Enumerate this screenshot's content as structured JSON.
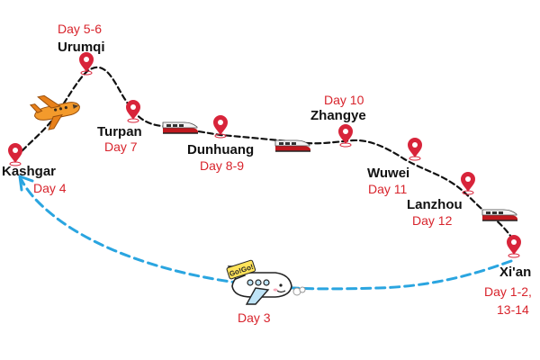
{
  "route": {
    "colors": {
      "land_route": "#111111",
      "flight_route": "#2aa5e0",
      "marker": "#d8243a",
      "day_label": "#d8242c",
      "city_label": "#111111"
    },
    "stops": [
      {
        "id": "urumqi",
        "city": "Urumqi",
        "days": "Day 5-6"
      },
      {
        "id": "turpan",
        "city": "Turpan",
        "days": "Day 7"
      },
      {
        "id": "dunhuang",
        "city": "Dunhuang",
        "days": "Day 8-9"
      },
      {
        "id": "zhangye",
        "city": "Zhangye",
        "days": "Day 10"
      },
      {
        "id": "wuwei",
        "city": "Wuwei",
        "days": "Day 11"
      },
      {
        "id": "lanzhou",
        "city": "Lanzhou",
        "days": "Day 12"
      },
      {
        "id": "xian",
        "city": "Xi'an",
        "days_line1": "Day 1-2,",
        "days_line2": "13-14"
      },
      {
        "id": "kashgar",
        "city": "Kashgar",
        "days": "Day 4"
      }
    ],
    "flight": {
      "days": "Day 3",
      "badge": "Go!Go!"
    },
    "icons": [
      "location-pin-icon",
      "airplane-icon",
      "train-icon",
      "cartoon-plane-icon"
    ]
  }
}
